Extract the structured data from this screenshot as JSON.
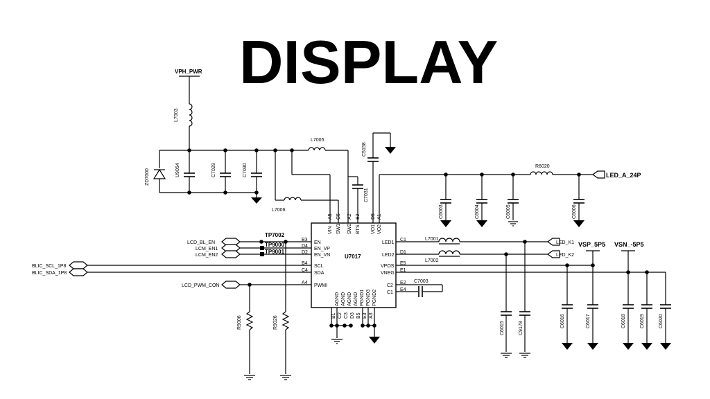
{
  "title": "DISPLAY",
  "ic": {
    "ref": "U7017",
    "top_pins": [
      {
        "name": "VIN",
        "num": "A5"
      },
      {
        "name": "SW1",
        "num": "C5"
      },
      {
        "name": "SW2",
        "num": "A2"
      },
      {
        "name": "BTS",
        "num": "B2"
      },
      {
        "name": "VO1",
        "num": "D5"
      },
      {
        "name": "VO2",
        "num": "A1"
      }
    ],
    "left_pins": [
      {
        "name": "EN",
        "num": "B3"
      },
      {
        "name": "EN_VP",
        "num": "D4"
      },
      {
        "name": "EN_VN",
        "num": "D2"
      },
      {
        "name": "SCL",
        "num": "B4"
      },
      {
        "name": "SDA",
        "num": "C4"
      },
      {
        "name": "PWMI",
        "num": "A4"
      }
    ],
    "right_pins": [
      {
        "name": "LED1",
        "num": "C1"
      },
      {
        "name": "LED2",
        "num": "D1"
      },
      {
        "name": "VPOS",
        "num": "E5"
      },
      {
        "name": "VNEG",
        "num": "E1"
      },
      {
        "name": "C2",
        "num": "E2"
      },
      {
        "name": "C1",
        "num": "E4"
      }
    ],
    "bottom_pins": [
      {
        "name": "AGND",
        "num": "B1"
      },
      {
        "name": "AGND",
        "num": "C2"
      },
      {
        "name": "AGND",
        "num": "C3"
      },
      {
        "name": "AGND",
        "num": "D3"
      },
      {
        "name": "PGND1",
        "num": "B5"
      },
      {
        "name": "PGND3",
        "num": "E3"
      },
      {
        "name": "PGND2",
        "num": "A3"
      }
    ]
  },
  "nets": {
    "vph_pwr": "VPH_PWR",
    "lcd_bl_en": "LCD_BL_EN",
    "lcm_en1": "LCM_EN1",
    "lcm_en2": "LCM_EN2",
    "blic_scl": "BLIC_SCL_1P8",
    "blic_sda": "BLIC_SDA_1P8",
    "lcd_pwm_con": "LCD_PWM_CON",
    "led_a": "LED_A_24P",
    "led_k1": "LED_K1",
    "led_k2": "LED_K2",
    "vsp": "VSP_5P5",
    "vsn": "VSN_-5P5"
  },
  "components": {
    "l7003": "L7003",
    "l7005": "L7005",
    "l7006": "L7006",
    "l7001": "L7001",
    "l7002": "L7002",
    "zd7000": "ZD7000",
    "u9054": "U9054",
    "c7029": "C7029",
    "c7030": "C7030",
    "c5158": "C5158",
    "c7031": "C7031",
    "c6003": "C6003",
    "c6004": "C6004",
    "c6005": "C6005",
    "c6006": "C6006",
    "r6020": "R6020",
    "c7003": "C7003",
    "c6015": "C6015",
    "c9178": "C9178",
    "c6016": "C6016",
    "c6017": "C6017",
    "c6018": "C6018",
    "c6019": "C6019",
    "c6020": "C6020",
    "r9006": "R9006",
    "r9026": "R9026",
    "tp7002": "TP7002",
    "tp9000": "TP9000",
    "tp9001": "TP9001"
  }
}
